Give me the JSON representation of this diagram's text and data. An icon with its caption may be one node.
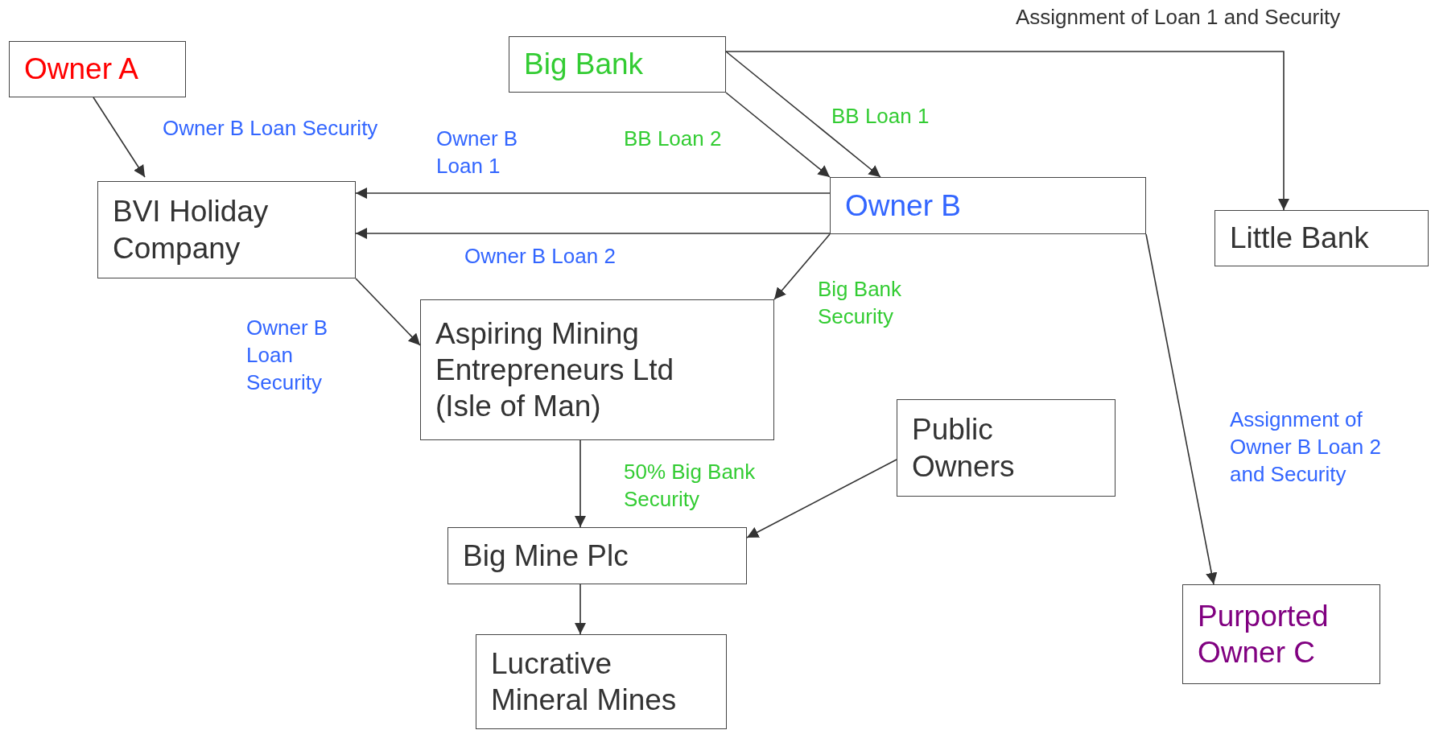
{
  "diagram": {
    "nodes": [
      {
        "text": [
          "Owner A"
        ]
      },
      {
        "text": [
          "Big Bank"
        ]
      },
      {
        "text": [
          "BVI Holiday Company"
        ]
      },
      {
        "text": [
          "Owner B"
        ]
      },
      {
        "text": [
          "Little Bank"
        ]
      },
      {
        "text": [
          "Aspiring Mining Entrepreneurs Ltd (Isle of Man)"
        ]
      },
      {
        "text": [
          "Public Owners"
        ]
      },
      {
        "text": [
          "Big Mine Plc"
        ]
      },
      {
        "text": [
          "Lucrative Mineral Mines"
        ]
      },
      {
        "text": [
          "Purported Owner C"
        ]
      }
    ],
    "edges": [
      {
        "from": 0,
        "to": 2,
        "arrow": "to",
        "label": "Owner B Loan Security"
      },
      {
        "from": 1,
        "to": 3,
        "arrow": "to",
        "label": "BB Loan 2"
      },
      {
        "from": 1,
        "to": 3,
        "arrow": "to",
        "label": "BB Loan 1"
      },
      {
        "from": 1,
        "to": 4,
        "arrow": "to",
        "label": "Assignment of Loan 1 and Security"
      },
      {
        "from": 3,
        "to": 2,
        "arrow": "to",
        "label": "Owner B Loan 1"
      },
      {
        "from": 3,
        "to": 2,
        "arrow": "to",
        "label": "Owner B Loan 2"
      },
      {
        "from": 3,
        "to": 5,
        "arrow": "to",
        "label": "Big Bank Security"
      },
      {
        "from": 2,
        "to": 5,
        "arrow": "to",
        "label": "Owner B Loan Security"
      },
      {
        "from": 5,
        "to": 7,
        "arrow": "to",
        "label": "50% Big Bank Security"
      },
      {
        "from": 6,
        "to": 7,
        "arrow": "to"
      },
      {
        "from": 7,
        "to": 8,
        "arrow": "to"
      },
      {
        "from": 3,
        "to": 9,
        "arrow": "to",
        "label": "Assignment of Owner B Loan 2 and Security"
      }
    ]
  }
}
